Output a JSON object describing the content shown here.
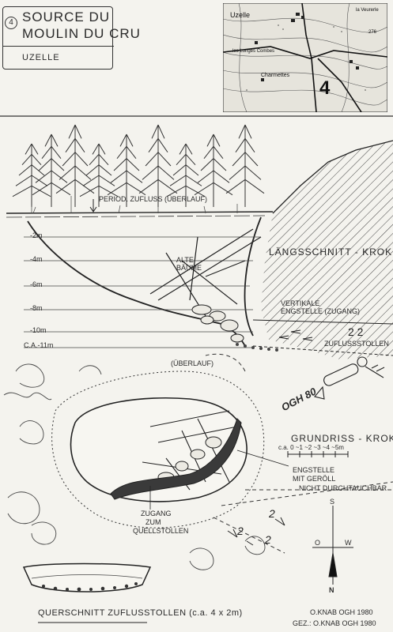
{
  "header": {
    "number": "4",
    "title_line1": "SOURCE DU",
    "title_line2": "MOULIN DU CRU",
    "subtitle": "UZELLE"
  },
  "map": {
    "place_top": "Uzelle",
    "place_left": "les Longes Combes",
    "place_bottom": "Charmettes",
    "marker": "4",
    "elevation": "276",
    "place_right": "la Veurerle"
  },
  "longitudinal": {
    "title": "LÄNGSSCHNITT - KROKI",
    "inflow_label": "PERIOD. ZUFLUSS (ÜBERLAUF)",
    "trees_label_1": "ALTE",
    "trees_label_2": "BÄUME",
    "narrow_label_1": "VERTIKALE",
    "narrow_label_2": "ENGSTELLE (ZUGANG)",
    "inflow_tunnel": "ZUFLUSSSTOLLEN",
    "depths": [
      "-2m",
      "-4m",
      "-6m",
      "-8m",
      "-10m",
      "C.A.-11m"
    ]
  },
  "plan": {
    "title": "GRUNDRISS - KROKI",
    "overflow_label": "(ÜBERLAUF)",
    "scale_label": "c.a. 0 ~1 ~2 ~3 ~4 ~5m",
    "narrow_label_1": "ENGSTELLE",
    "narrow_label_2": "MIT GERÖLL",
    "narrow_label_3": "NICHT DURCHTAUCHBAR",
    "access_label_1": "ZUGANG",
    "access_label_2": "ZUM",
    "access_label_3": "QUELLSTOLLEN",
    "tag": "OGH 80",
    "compass_n": "N",
    "compass_s": "S",
    "compass_o": "O",
    "compass_w": "W"
  },
  "section": {
    "title": "QUERSCHNITT ZUFLUSSTOLLEN (c.a. 4 x 2m)"
  },
  "credits": {
    "line1": "O.KNAB OGH 1980",
    "line2": "GEZ.: O.KNAB OGH 1980"
  }
}
